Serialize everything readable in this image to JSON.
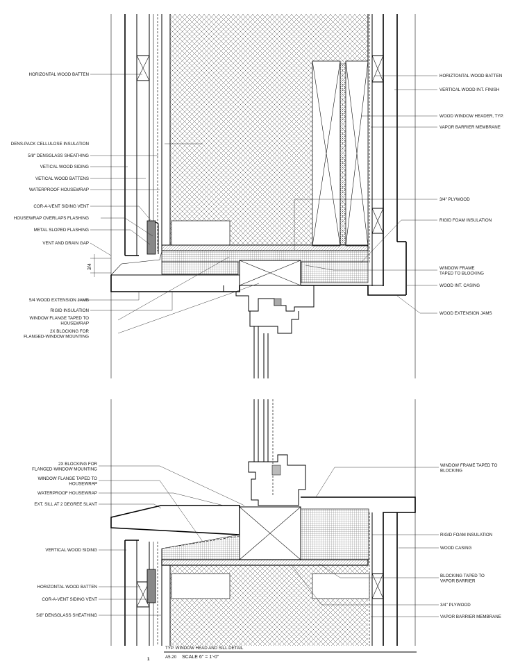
{
  "head_labels_left": [
    "HORIZONTAL WOOD BATTEN",
    "DENS-PACK CELLULOSE INSULATION",
    "5/8\" DENSGLASS SHEATHING",
    "VETICAL WOOD SIDING",
    "VETICAL WOOD BATTENS",
    "WATERPROOF HOUSEWRAP",
    "COR-A-VENT SIDING VENT",
    "HOUSEWRAP OVERLAPS FLASHING",
    "METAL SLOPED FLASHING",
    "VENT AND DRAIN GAP",
    "5/4 WOOD EXTENSION JAMB",
    "RIGID INSULATION",
    "WINDOW FLANGE TAPED TO\nHOUSEWRAP",
    "2X BLOCKING FOR\nFLANGED-WINDOW MOUNTING"
  ],
  "head_labels_right": [
    "HORIZTONTAL WOOD BATTEN",
    "VERTICAL WOOD INT. FINISH",
    "WOOD WINDOW HEADER, TYP.",
    "VAPOR BARRIER MEMBRANE",
    "3/4\" PLYWOOD",
    "RIGID FOAM INSULATION",
    "WINDOW FRAME\nTAPED TO BLOCKING",
    "WOOD INT. CASING",
    "WOOD EXTENSION JAMS"
  ],
  "dimension_label": "3/4",
  "sill_labels_left": [
    "2X BLOCKING FOR\nFLANGED-WINDOW MOUNTING",
    "WINDOW FLANGE TAPED TO\nHOUSEWRAP",
    "WATERPROOF HOUSEWRAP",
    "EXT. SILL AT 2 DEGREE SLANT",
    "VERTICAL WOOD SIDING",
    "HORIZONTAL WOOD BATTEN",
    "COR-A-VENT SIDING VENT",
    "5/8\" DENSGLASS SHEATHING"
  ],
  "sill_labels_right": [
    "WINDOW FRAME TAPED TO\nBLOCKING",
    "RIGID FOAM INSULATION",
    "WOOD CASING",
    "BLOCKING TAPED TO\nVAPOR BARRIER",
    "3/4\" PLYWOOD",
    "VAPOR BARRIER MEMBRANE"
  ],
  "title": {
    "number": "1",
    "name": "TYP. WINDOW HEAD AND SILL DETAIL",
    "sheet": "A5.20",
    "scale": "SCALE 6\" = 1'-0\""
  }
}
